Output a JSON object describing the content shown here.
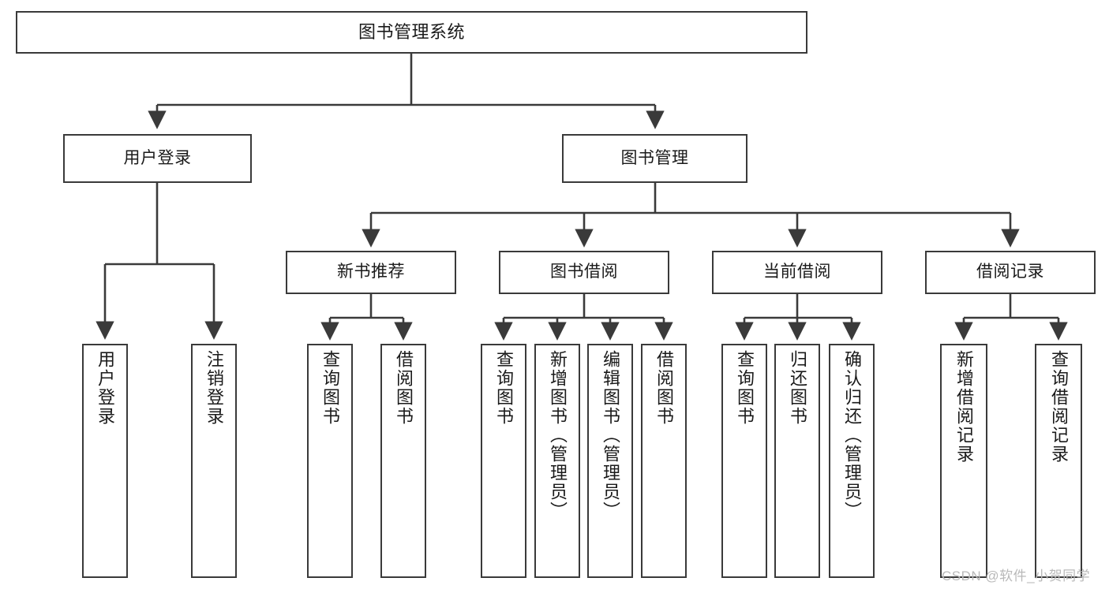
{
  "diagram": {
    "title": "图书管理系统",
    "type": "hierarchy-tree",
    "background_color": "#ffffff",
    "line_color": "#3a3a3a",
    "text_color": "#1a1a1a",
    "nodes": {
      "root": {
        "label": "图书管理系统"
      },
      "level2": [
        {
          "id": "user-login",
          "label": "用户登录"
        },
        {
          "id": "book-management",
          "label": "图书管理"
        }
      ],
      "level3": [
        {
          "id": "new-book-recommend",
          "label": "新书推荐"
        },
        {
          "id": "book-borrow",
          "label": "图书借阅"
        },
        {
          "id": "current-borrow",
          "label": "当前借阅"
        },
        {
          "id": "borrow-record",
          "label": "借阅记录"
        }
      ],
      "leaves": {
        "user_login": [
          {
            "id": "leaf-user-login",
            "label": "用户登录"
          },
          {
            "id": "leaf-logout-login",
            "label": "注销登录"
          }
        ],
        "new_book_recommend": [
          {
            "id": "leaf-query-book-1",
            "label": "查询图书"
          },
          {
            "id": "leaf-borrow-book-1",
            "label": "借阅图书"
          }
        ],
        "book_borrow": [
          {
            "id": "leaf-query-book-2",
            "label": "查询图书"
          },
          {
            "id": "leaf-add-book",
            "label": "新增图书（管理员）"
          },
          {
            "id": "leaf-edit-book",
            "label": "编辑图书（管理员）"
          },
          {
            "id": "leaf-borrow-book-2",
            "label": "借阅图书"
          }
        ],
        "current_borrow": [
          {
            "id": "leaf-query-book-3",
            "label": "查询图书"
          },
          {
            "id": "leaf-return-book",
            "label": "归还图书"
          },
          {
            "id": "leaf-confirm-return",
            "label": "确认归还（管理员）"
          }
        ],
        "borrow_record": [
          {
            "id": "leaf-add-borrow-record",
            "label": "新增借阅记录"
          },
          {
            "id": "leaf-query-borrow-record",
            "label": "查询借阅记录"
          }
        ]
      }
    },
    "watermark": "CSDN @软件_小贺同学"
  }
}
